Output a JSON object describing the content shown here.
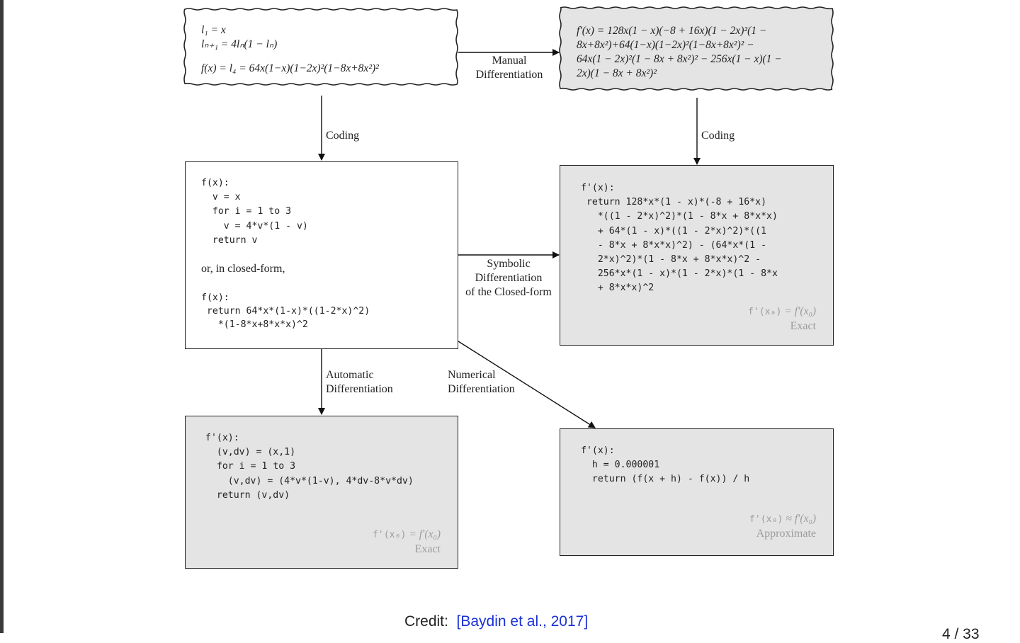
{
  "boxes": {
    "recurrence": {
      "line1": "l₁ = x",
      "line2": "lₙ₊₁ = 4lₙ(1 − lₙ)",
      "line3": "f(x) = l₄ = 64x(1−x)(1−2x)²(1−8x+8x²)²"
    },
    "manual_result": {
      "line1": "f′(x) = 128x(1 − x)(−8 + 16x)(1 − 2x)²(1 −",
      "line2": "8x+8x²)+64(1−x)(1−2x)²(1−8x+8x²)² −",
      "line3": "64x(1 − 2x)²(1 − 8x + 8x²)² − 256x(1 − x)(1 −",
      "line4": "2x)(1 − 8x + 8x²)²"
    },
    "code": {
      "code1": "f(x):\n  v = x\n  for i = 1 to 3\n    v = 4*v*(1 - v)\n  return v",
      "text": "or, in closed-form,",
      "code2": "f(x):\n return 64*x*(1-x)*((1-2*x)^2)\n   *(1-8*x+8*x*x)^2"
    },
    "symbolic_result": {
      "code": "f'(x):\n return 128*x*(1 - x)*(-8 + 16*x)\n   *((1 - 2*x)^2)*(1 - 8*x + 8*x*x)\n   + 64*(1 - x)*((1 - 2*x)^2)*((1\n   - 8*x + 8*x*x)^2) - (64*x*(1 -\n   2*x)^2)*(1 - 8*x + 8*x*x)^2 -\n   256*x*(1 - x)*(1 - 2*x)*(1 - 8*x\n   + 8*x*x)^2",
      "note_mono": "f'(x₀)",
      "note_math": " = f′(x₀)",
      "note_label": "Exact"
    },
    "autodiff_result": {
      "code": "f'(x):\n  (v,dv) = (x,1)\n  for i = 1 to 3\n    (v,dv) = (4*v*(1-v), 4*dv-8*v*dv)\n  return (v,dv)",
      "note_mono": "f'(x₀)",
      "note_math": " = f′(x₀)",
      "note_label": "Exact"
    },
    "numerical_result": {
      "code": "f'(x):\n  h = 0.000001\n  return (f(x + h) - f(x)) / h",
      "note_mono": "f'(x₀)",
      "note_math": " ≈ f′(x₀)",
      "note_label": "Approximate"
    }
  },
  "arrows": {
    "manual_1": "Manual",
    "manual_2": "Differentiation",
    "coding_left": "Coding",
    "coding_right": "Coding",
    "symbolic_1": "Symbolic",
    "symbolic_2": "Differentiation",
    "symbolic_3": "of the Closed-form",
    "auto_1": "Automatic",
    "auto_2": "Differentiation",
    "numerical_1": "Numerical",
    "numerical_2": "Differentiation"
  },
  "credit": {
    "prefix": "Credit:",
    "citation": "[Baydin et al., 2017]"
  },
  "page": "4 / 33"
}
